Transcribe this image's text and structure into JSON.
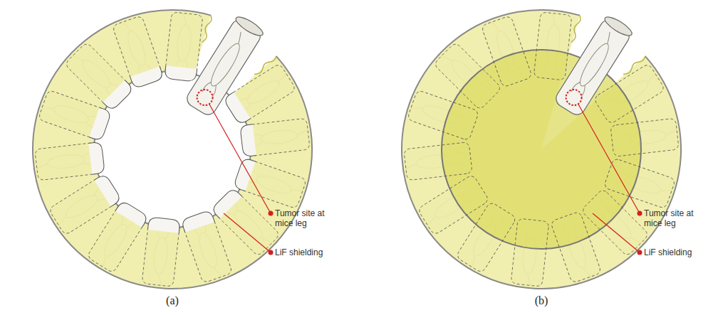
{
  "diagram": {
    "labels": [
      "Tumor site at mice leg",
      "LiF shielding",
      "(a)",
      "Tumor site at mice leg",
      "LiF shielding",
      "(b)"
    ]
  }
}
